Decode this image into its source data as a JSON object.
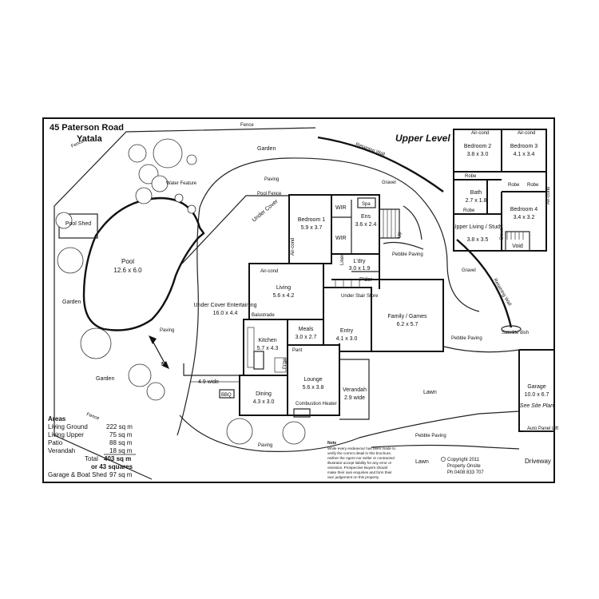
{
  "title": {
    "line1": "45 Paterson Road",
    "line2": "Yatala"
  },
  "upper_level_heading": "Upper Level",
  "rooms": [
    {
      "id": "bedroom1",
      "name": "Bedroom 1",
      "dims": "5.9 x 3.7"
    },
    {
      "id": "ens",
      "name": "Ens",
      "dims": "3.6 x 2.4"
    },
    {
      "id": "ldry",
      "name": "L'dry",
      "dims": "3.0 x 1.9"
    },
    {
      "id": "living",
      "name": "Living",
      "dims": "5.6 x 4.2"
    },
    {
      "id": "meals",
      "name": "Meals",
      "dims": "3.0 x 2.7"
    },
    {
      "id": "kitchen",
      "name": "Kitchen",
      "dims": "5.7 x 4.3"
    },
    {
      "id": "entry",
      "name": "Entry",
      "dims": "4.1 x 3.0"
    },
    {
      "id": "family",
      "name": "Family / Games",
      "dims": "6.2 x 5.7"
    },
    {
      "id": "lounge",
      "name": "Lounge",
      "dims": "5.6 x 3.8"
    },
    {
      "id": "dining",
      "name": "Dining",
      "dims": "4.3 x 3.0"
    },
    {
      "id": "verandah",
      "name": "Verandah",
      "dims": "2.9 wide"
    },
    {
      "id": "undercover",
      "name": "Under Cover Entertaining",
      "dims": "16.0 x 4.4"
    },
    {
      "id": "pool",
      "name": "Pool",
      "dims": "12.6 x 6.0"
    },
    {
      "id": "garage",
      "name": "Garage",
      "dims": "10.0 x 6.7"
    }
  ],
  "upper_rooms": [
    {
      "id": "bed2",
      "name": "Bedroom 2",
      "dims": "3.8 x 3.0"
    },
    {
      "id": "bed3",
      "name": "Bedroom 3",
      "dims": "4.1 x 3.4"
    },
    {
      "id": "bath",
      "name": "Bath",
      "dims": "2.7 x 1.8"
    },
    {
      "id": "bed4",
      "name": "Bedroom 4",
      "dims": "3.4 x 3.2"
    },
    {
      "id": "upperliving",
      "name": "Upper Living / Study",
      "dims": "3.8 x 3.5"
    }
  ],
  "small_labels": {
    "wir": "WIR",
    "spa": "Spa",
    "pder": "P'der",
    "linen": "Linen",
    "understair": "Under Stair Store",
    "aircond": "Air-cond",
    "balustrade": "Balustrade",
    "robe": "Robe",
    "void": "Void",
    "pantry": "Pant",
    "fridge": "Fr'ge",
    "bbq": "BBQ",
    "combustion": "Combustion Heater",
    "pool_fence": "Pool Fence",
    "retaining_wall": "Retaining Wall",
    "satellite": "Satellite dish",
    "auto_panel": "Auto Panel Lift",
    "see_site_plan": "See Site Plan",
    "water_feature": "Water Feature",
    "pool_shed": "Pool Shed",
    "under_cover": "Under Cover",
    "width_49": "4.9 wide",
    "up": "Up",
    "down": "Down"
  },
  "site_labels": {
    "fence": "Fence",
    "garden": "Garden",
    "paving": "Paving",
    "gravel": "Gravel",
    "pebble_paving": "Pebble Paving",
    "lawn": "Lawn",
    "driveway": "Driveway"
  },
  "areas": {
    "heading": "Areas",
    "rows": [
      {
        "label": "Living Ground",
        "value": "222 sq m"
      },
      {
        "label": "Living Upper",
        "value": "75 sq m"
      },
      {
        "label": "Patio",
        "value": "88 sq m"
      },
      {
        "label": "Verandah",
        "value": "18 sq m"
      }
    ],
    "total_label": "Total",
    "total_value": "403 sq m",
    "squares": "or 43 squares",
    "garage_label": "Garage & Boat Shed",
    "garage_value": "97 sq m"
  },
  "note": {
    "heading": "Note",
    "lines": [
      "While every endeavour has been made to",
      "verify the correct detail in this brochure,",
      "neither the Agent nor Seller or contracted",
      "illustrator accept liability for any error or",
      "omission. Prospective Buyers should",
      "make their own enquiries and form their",
      "own judgement on this property."
    ]
  },
  "copyright": {
    "line1": "Copyright 2011",
    "line2": "Property Onsite",
    "line3": "Ph:0408 833 707"
  },
  "north_label": "N"
}
